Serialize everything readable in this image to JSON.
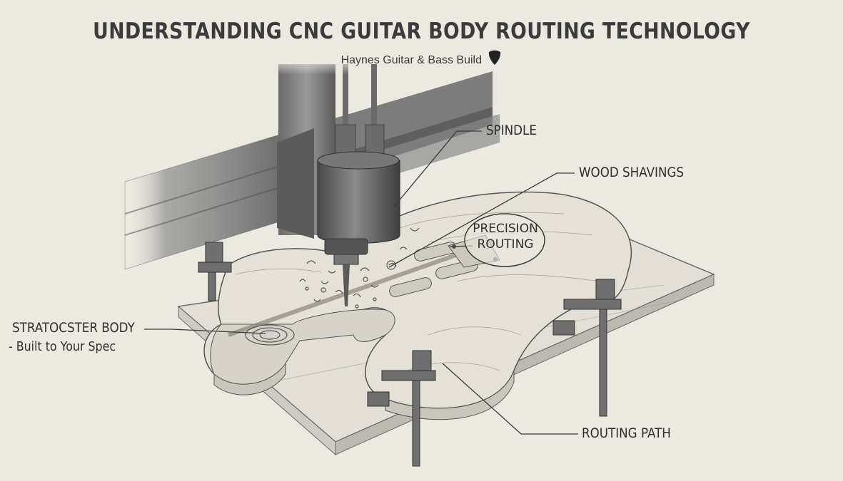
{
  "title": "UNDERSTANDING CNC GUITAR BODY ROUTING TECHNOLOGY",
  "subtitle": "Haynes Guitar & Bass Build",
  "icons": {
    "subtitle_mark": "guitar-pick-icon"
  },
  "colors": {
    "background": "#ece9e1",
    "ink": "#2f2f2f",
    "wood": "#e2ddd2"
  },
  "callouts": {
    "spindle": "SPINDLE",
    "wood_shavings": "WOOD SHAVINGS",
    "precision_line1": "PRECISION",
    "precision_line2": "ROUTING",
    "body_line1": "STRATOCSTER BODY",
    "body_line2": "- Built to Your Spec",
    "routing_path": "ROUTING PATH"
  }
}
